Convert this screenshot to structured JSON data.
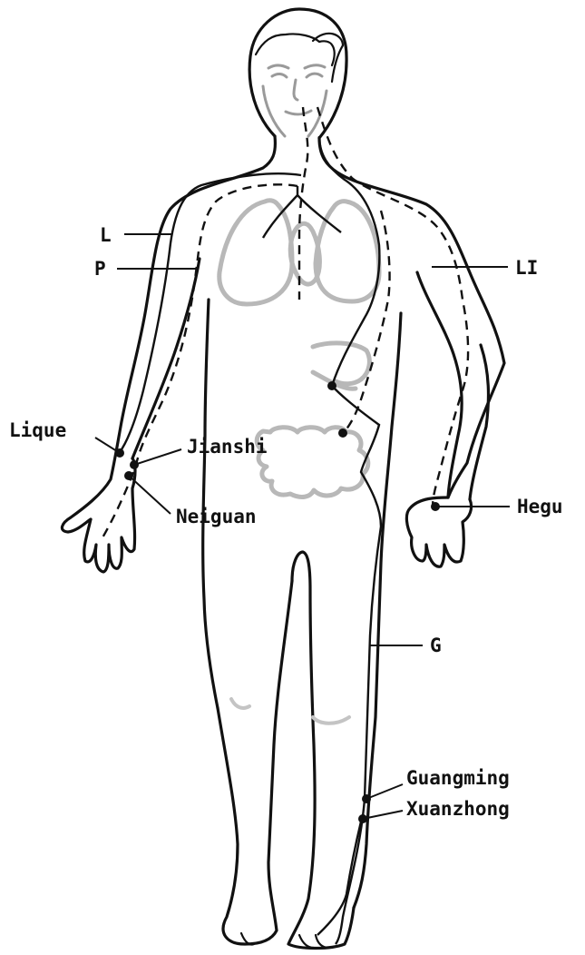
{
  "labels": {
    "L": "L",
    "P": "P",
    "LI": "LI",
    "G": "G",
    "lique": "Lique",
    "jianshi": "Jianshi",
    "neiguan": "Neiguan",
    "hegu": "Hegu",
    "guangming": "Guangming",
    "xuanzhong": "Xuanzhong"
  }
}
